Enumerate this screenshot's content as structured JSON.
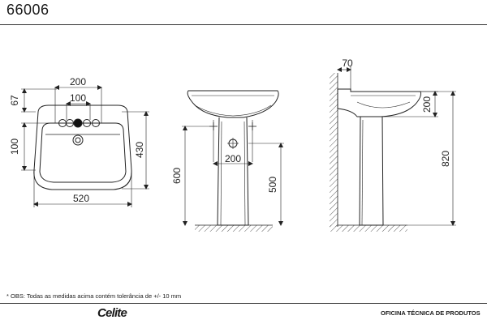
{
  "header": {
    "model": "66006"
  },
  "front_view": {
    "dim_top_width": "200",
    "dim_tap_spacing": "100",
    "dim_top_offset": "67",
    "dim_drain_height": "100",
    "dim_depth": "430",
    "dim_total_width": "520"
  },
  "side_view": {
    "dim_pipe_spacing": "200",
    "dim_drain_height": "600",
    "dim_pedestal_height": "500"
  },
  "profile_view": {
    "dim_wall_offset": "70",
    "dim_bowl_depth": "200",
    "dim_total_height": "820"
  },
  "footer": {
    "note": "* OBS: Todas as medidas acima contém tolerância de +/- 10 mm",
    "brand": "Celite",
    "department": "OFICINA TÉCNICA DE PRODUTOS"
  }
}
